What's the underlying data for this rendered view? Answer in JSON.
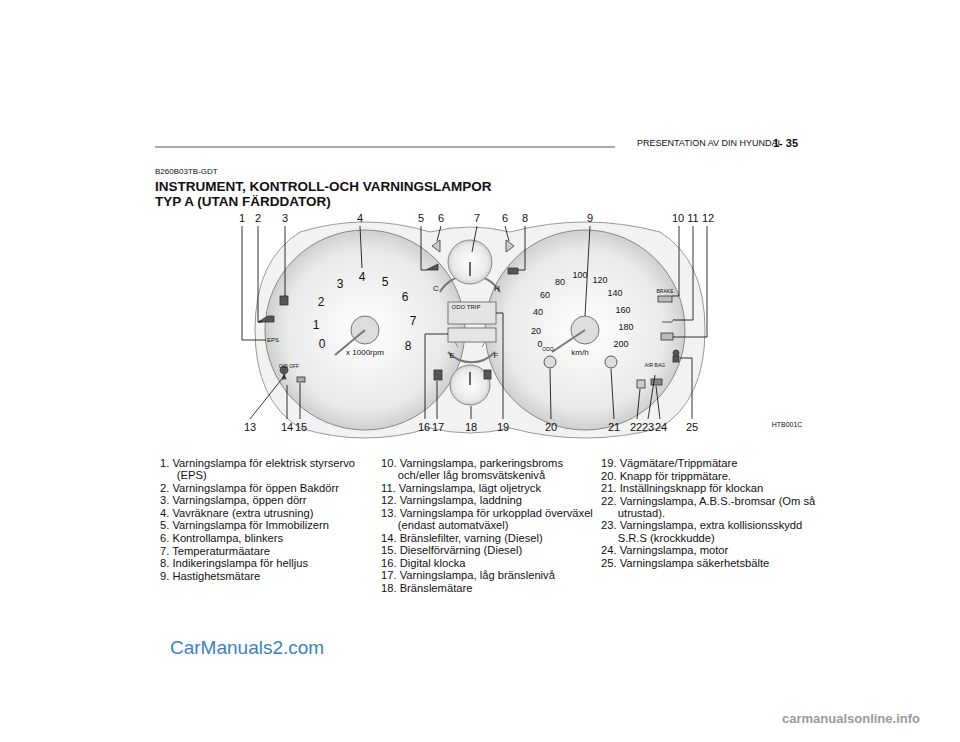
{
  "diagram": {
    "title": "INSTRUMENT, KONTROLL-OCH VARNINGSLAMPOR TYP A (UTAN FÄRDDATOR)",
    "labels": [
      "PRESENTATION AV DIN HYUNDAI",
      "1- 35",
      "B260B03TB-GDT",
      "1",
      "2",
      "3",
      "4",
      "5",
      "6",
      "7",
      "6",
      "8",
      "9",
      "10",
      "11",
      "12",
      "13",
      "14",
      "15",
      "16",
      "17",
      "18",
      "19",
      "20",
      "21",
      "22",
      "23",
      "24",
      "25",
      "HTB001C",
      "0",
      "1",
      "2",
      "3",
      "4",
      "5",
      "6",
      "7",
      "8",
      "x 1000rpm",
      "0",
      "20",
      "40",
      "60",
      "80",
      "100",
      "120",
      "140",
      "160",
      "180",
      "200",
      "km/h",
      "ODO",
      "C",
      "H",
      "E",
      "F",
      "ODO TRIP",
      "EPS",
      "O/D OFF",
      "AIR BAG",
      "BRAKE",
      "1. Varningslampa för elektrisk styrservo (EPS)",
      "2. Varningslampa för öppen Bakdörr",
      "3. Varningslampa, öppen dörr",
      "4. Vavräknare (extra utrusning)",
      "5. Varningslampa för Immobilizern",
      "6. Kontrollampa, blinkers",
      "7. Temperaturmäatare",
      "8. Indikeringslampa för helljus",
      "9. Hastighetsmätare",
      "10. Varningslampa, parkeringsbroms och/eller låg bromsvätskenivå",
      "11. Varningslampa, lägt oljetryck",
      "12. Varningslampa, laddning",
      "13. Varningslampa för urkopplad överväxel (endast automatväxel)",
      "14. Bränslefilter, varning (Diesel)",
      "15. Dieselförvärning (Diesel)",
      "16. Digital klocka",
      "17. Varningslampa, låg bränslenivå",
      "18. Bränslemätare",
      "19. Vägmätare/Trippmätare",
      "20. Knapp för trippmätare.",
      "21. Inställningsknapp för klockan",
      "22. Varningslampa, A.B.S.-bromsar (Om så utrustad).",
      "23. Varningslampa, extra kollisionsskydd S.R.S (krockkudde)",
      "24. Varningslampa, motor",
      "25. Varningslampa säkerhetsbälte",
      "CarManuals2.com",
      "carmanualsonline.info"
    ]
  }
}
